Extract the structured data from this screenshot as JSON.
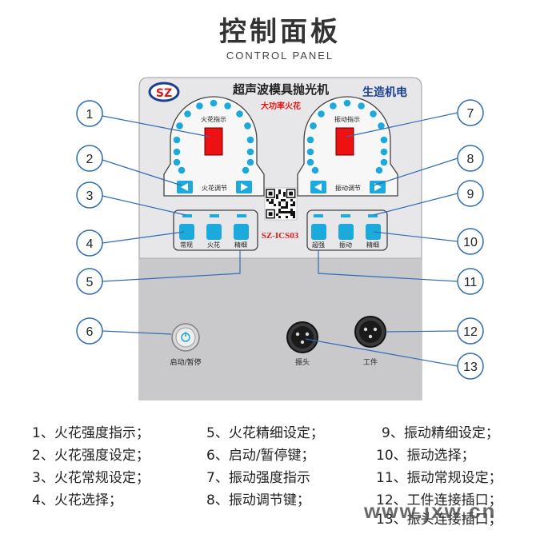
{
  "header": {
    "title": "控制面板",
    "subtitle": "CONTROL PANEL"
  },
  "device": {
    "name": "超声波模具抛光机",
    "brand": "生造机电",
    "logo_text": "SZ",
    "model": "SZ-ICS03",
    "tagline": "大功率火花",
    "left_dial": {
      "indicator_label": "火花指示",
      "adjust_label": "火花调节"
    },
    "right_dial": {
      "indicator_label": "振动指示",
      "adjust_label": "振动调节"
    },
    "left_buttons": [
      "常规",
      "火花",
      "精细"
    ],
    "right_buttons": [
      "超强",
      "振动",
      "精细"
    ],
    "start_label": "启动/暂停",
    "connectors": [
      "振头",
      "工件"
    ]
  },
  "callouts": [
    "1",
    "2",
    "3",
    "4",
    "5",
    "6",
    "7",
    "8",
    "9",
    "10",
    "11",
    "12",
    "13"
  ],
  "legend": [
    "1、火花强度指示；",
    "2、火花强度设定；",
    "3、火花常规设定；",
    "4、火花选择；",
    "5、火花精细设定；",
    "6、启动/暂停键；",
    "7、振动强度指示",
    "8、振动调节键；",
    "9、振动精细设定；",
    "10、振动选择；",
    "11、振动常规设定；",
    "12、工件连接插口；",
    "13、振头连接插口；"
  ],
  "watermark": "www.jxw.cn",
  "colors": {
    "panel": "#e6e6e8",
    "lower_panel": "#c9c9cb",
    "accent_blue": "#1ca9dc",
    "callout_blue": "#2f6db5",
    "red": "#ee1111"
  }
}
